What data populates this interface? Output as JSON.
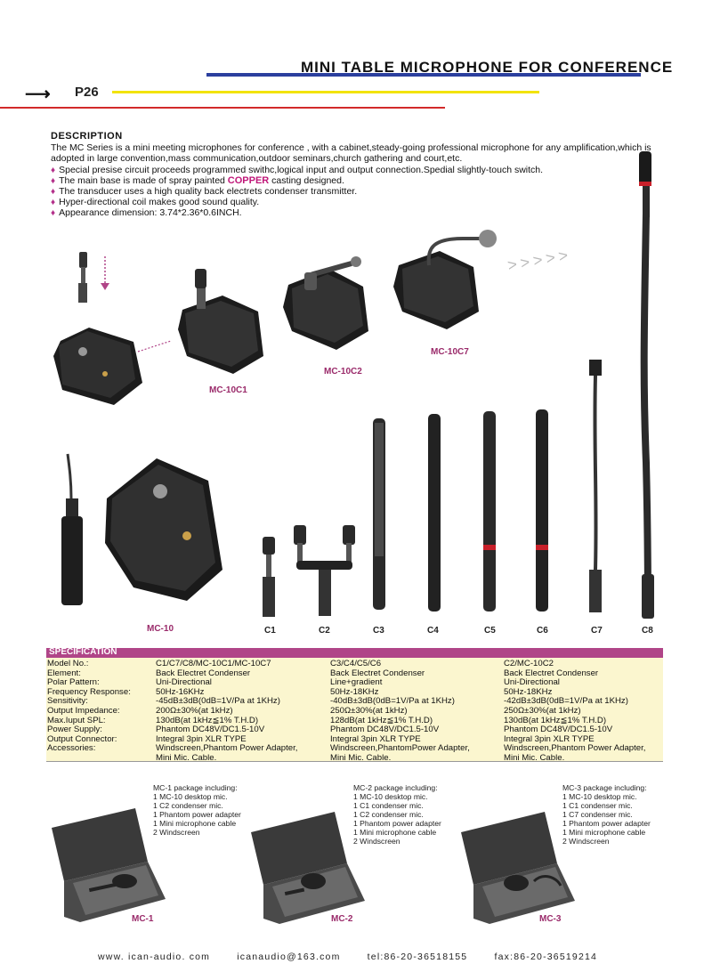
{
  "header": {
    "title": "MINI TABLE MICROPHONE FOR CONFERENCE",
    "arrow": "⟶",
    "page": "P26"
  },
  "description": {
    "heading": "DESCRIPTION",
    "intro": "The MC Series is a mini meeting  microphones for conference ,  with a cabinet,steady-going  professional microphone for any amplification,which is adopted in large convention,mass communication,outdoor seminars,church gathering and court,etc.",
    "bullets": [
      "Special presise circuit proceeds programmed swithc,logical input and output connection.Spedial slightly-touch switch.",
      "Hyper-directional coil makes good sound quality.",
      "Appearance dimension: 3.74*2.36*0.6INCH."
    ],
    "bullet_base_pre": "The  main base is made of spray painted ",
    "bullet_base_em": "COPPER",
    "bullet_base_post": "  casting designed.",
    "bullet_transducer": "The transducer uses a high quality back electrets condenser transmitter."
  },
  "products": {
    "mc10c1": "MC-10C1",
    "mc10c2": "MC-10C2",
    "mc10c7": "MC-10C7",
    "mc10": "MC-10",
    "arrows": ">>>>>",
    "capsules": [
      "C1",
      "C2",
      "C3",
      "C4",
      "C5",
      "C6",
      "C7",
      "C8"
    ]
  },
  "spec": {
    "heading": "SPECIFICATION",
    "labels": [
      "Model No.:",
      "Element:",
      "Polar Pattern:",
      "Frequency Response:",
      "Sensitivity:",
      "Output Impedance:",
      "Max.Iuput SPL:",
      "Power Supply:",
      "Output Connector:",
      "Accessories:"
    ],
    "col1": [
      "C1/C7/C8/MC-10C1/MC-10C7",
      "Back Electret Condenser",
      "Uni-Directional",
      "50Hz-16KHz",
      "-45dB±3dB(0dB=1V/Pa at 1KHz)",
      "200Ω±30%(at 1kHz)",
      "130dB(at 1kHz≦1% T.H.D)",
      "Phantom DC48V/DC1.5-10V",
      "Integral  3pin XLR TYPE",
      "Windscreen,Phantom Power Adapter,",
      "Mini Mic. Cable."
    ],
    "col2": [
      "C3/C4/C5/C6",
      "Back Electret Condenser",
      "Line+gradient",
      "50Hz-18KHz",
      "-40dB±3dB(0dB=1V/Pa at 1KHz)",
      "250Ω±30%(at 1kHz)",
      "128dB(at 1kHz≦1% T.H.D)",
      "Phantom DC48V/DC1.5-10V",
      "Integral 3pin XLR TYPE",
      "Windscreen,PhantomPower Adapter,",
      "Mini Mic. Cable."
    ],
    "col3": [
      "C2/MC-10C2",
      "Back Electret Condenser",
      "Uni-Directional",
      "50Hz-18KHz",
      "-42dB±3dB(0dB=1V/Pa at 1KHz)",
      "250Ω±30%(at 1kHz)",
      "130dB(at 1kHz≦1% T.H.D)",
      "Phantom DC48V/DC1.5-10V",
      "Integral 3pin XLR TYPE",
      "Windscreen,Phantom Power Adapter,",
      "Mini Mic. Cable."
    ]
  },
  "packages": [
    {
      "title": "MC-1 package including:",
      "items": [
        "1   MC-10 desktop mic.",
        "1   C2 condenser mic.",
        "1   Phantom power adapter",
        "1   Mini microphone  cable",
        "2   Windscreen"
      ],
      "label": "MC-1"
    },
    {
      "title": "MC-2 package including:",
      "items": [
        "1   MC-10 desktop mic.",
        "1   C1 condenser mic.",
        "1   C2 condenser mic.",
        "1   Phantom power adapter",
        "1   Mini microphone  cable",
        "2   Windscreen"
      ],
      "label": "MC-2"
    },
    {
      "title": "MC-3 package including:",
      "items": [
        "1   MC-10 desktop mic.",
        "1   C1 condenser mic.",
        "1   C7 condenser mic.",
        "1   Phantom power adapter",
        "1   Mini microphone  cable",
        "2   Windscreen"
      ],
      "label": "MC-3"
    }
  ],
  "footer": {
    "web": "www. ican-audio. com",
    "email": "icanaudio@163.com",
    "tel": "tel:86-20-36518155",
    "fax": "fax:86-20-36519214"
  },
  "colors": {
    "accent": "#b04588",
    "blue_bar": "#2b3f9e",
    "yellow_bar": "#f2e30c",
    "red_bar": "#d22a2a",
    "spec_bg": "#fbf6cf"
  }
}
